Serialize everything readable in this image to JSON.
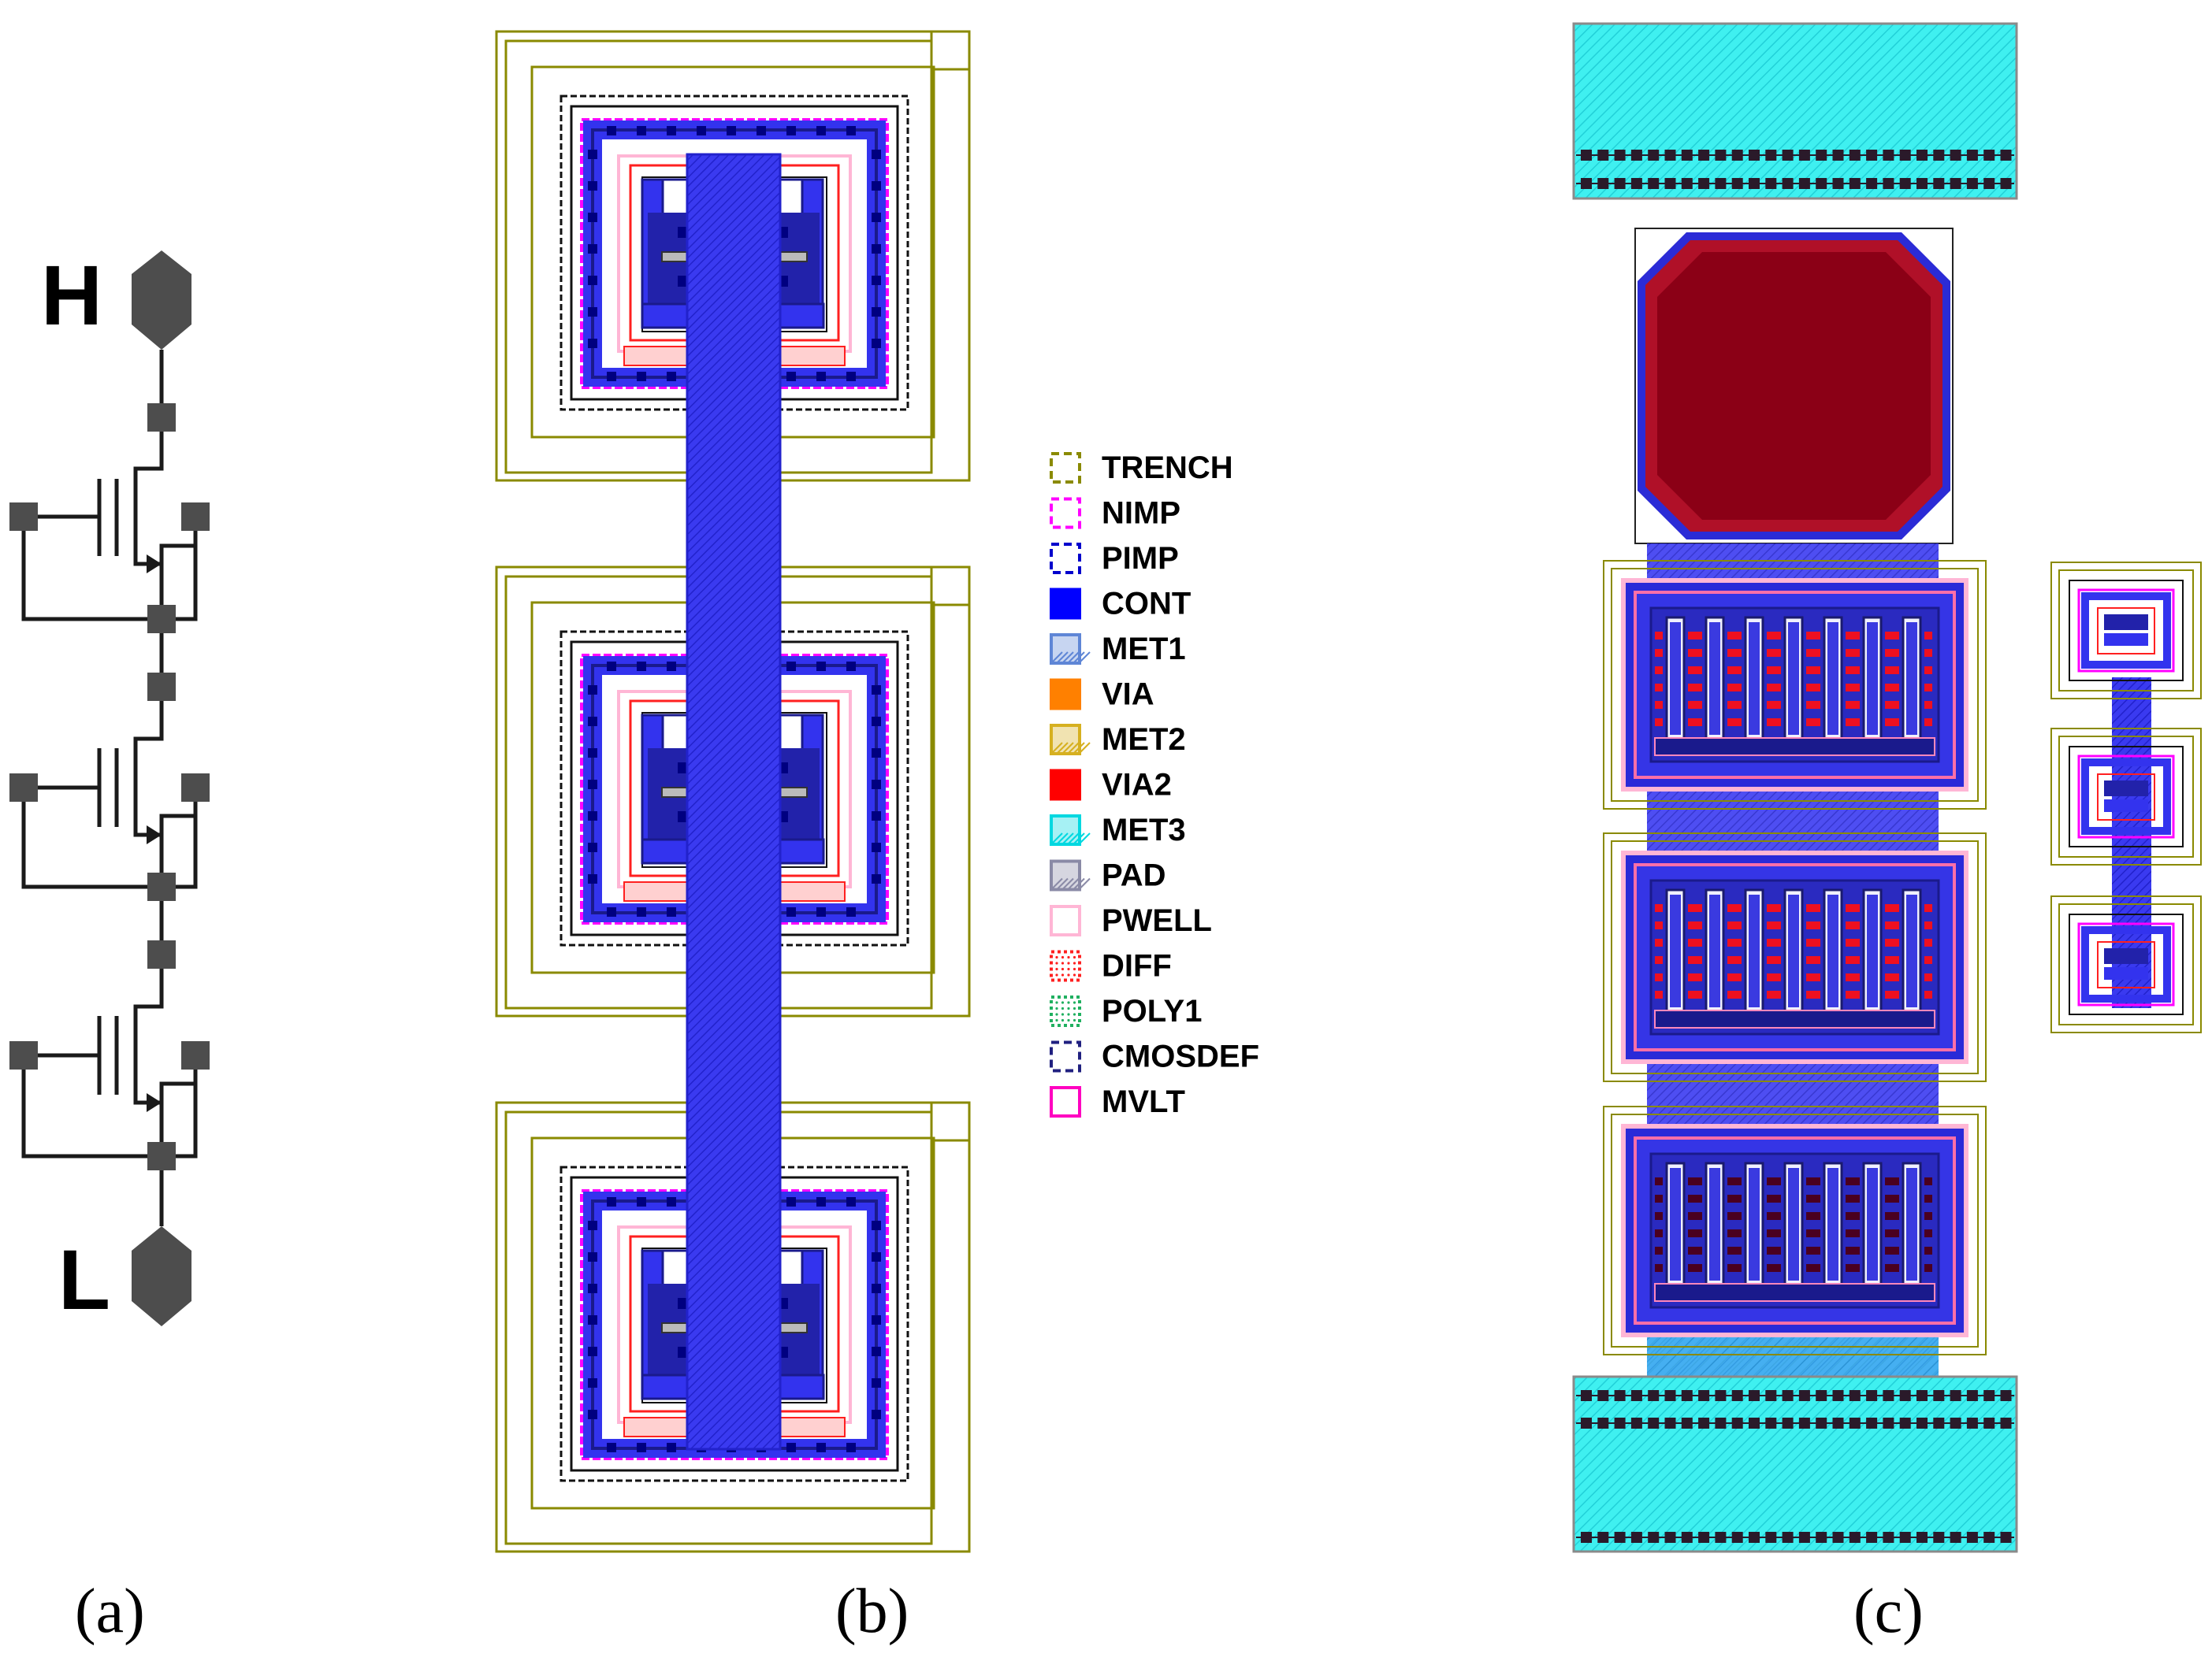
{
  "schematic": {
    "terminal_high": "H",
    "terminal_low": "L",
    "transistor_count": 3,
    "colors": {
      "wire": "#1a1a1a",
      "node": "#4d4d4d"
    }
  },
  "captions": {
    "a": "(a)",
    "b": "(b)",
    "c": "(c)"
  },
  "legend": {
    "items": [
      {
        "name": "TRENCH",
        "color": "#8a8a00",
        "style": "dashed"
      },
      {
        "name": "NIMP",
        "color": "#ff00ff",
        "style": "dashed"
      },
      {
        "name": "PIMP",
        "color": "#0000cc",
        "style": "dashed"
      },
      {
        "name": "CONT",
        "color": "#0000ff",
        "style": "solid"
      },
      {
        "name": "MET1",
        "color": "#5f86d6",
        "style": "hatch"
      },
      {
        "name": "VIA",
        "color": "#ff8000",
        "style": "solid"
      },
      {
        "name": "MET2",
        "color": "#d6b020",
        "style": "hatch"
      },
      {
        "name": "VIA2",
        "color": "#ff0000",
        "style": "solid"
      },
      {
        "name": "MET3",
        "color": "#00d8e0",
        "style": "hatch"
      },
      {
        "name": "PAD",
        "color": "#8a8aa6",
        "style": "hatch"
      },
      {
        "name": "PWELL",
        "color": "#ffb6d5",
        "style": "outline"
      },
      {
        "name": "DIFF",
        "color": "#ff2020",
        "style": "dotted"
      },
      {
        "name": "POLY1",
        "color": "#20b060",
        "style": "dotted"
      },
      {
        "name": "CMOSDEF",
        "color": "#202080",
        "style": "dashed"
      },
      {
        "name": "MVLT",
        "color": "#ff00c0",
        "style": "outline"
      }
    ]
  },
  "layout_colors": {
    "trench": "#8a8a00",
    "metal1": "#3333ee",
    "metal_dark": "#1a1a8c",
    "nimp": "#ff00ff",
    "pwell": "#ffb6d5",
    "diff": "#ff2020",
    "met3": "#33eaea",
    "pad": "#8b0016",
    "cont": "#000080",
    "black": "#111111"
  }
}
